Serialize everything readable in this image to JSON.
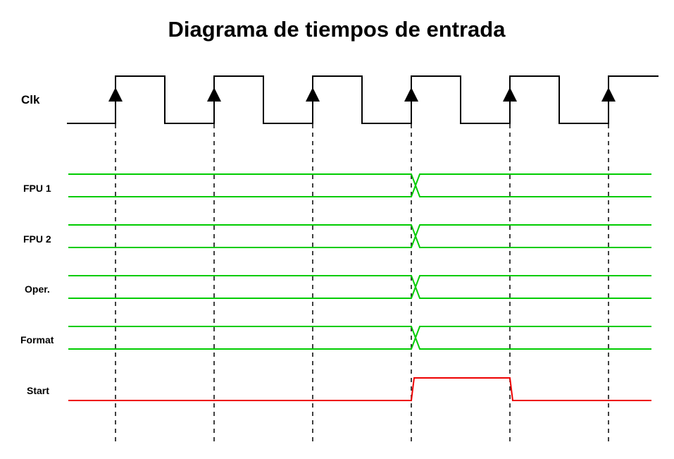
{
  "title": "Diagrama de tiempos de entrada",
  "colors": {
    "clock": "#000000",
    "bus": "#00cc00",
    "start": "#ee0000",
    "guides": "#000000"
  },
  "clock": {
    "label": "Clk",
    "rising_edges": 6,
    "edge_marker": "rising-edge-arrow-icon"
  },
  "signals": [
    {
      "key": "fpu1",
      "label": "FPU 1",
      "kind": "bus",
      "transitions_at_edge": [
        3
      ]
    },
    {
      "key": "fpu2",
      "label": "FPU 2",
      "kind": "bus",
      "transitions_at_edge": [
        3
      ]
    },
    {
      "key": "oper",
      "label": "Oper.",
      "kind": "bus",
      "transitions_at_edge": [
        3
      ]
    },
    {
      "key": "format",
      "label": "Format",
      "kind": "bus",
      "transitions_at_edge": [
        3
      ]
    },
    {
      "key": "start",
      "label": "Start",
      "kind": "pulse",
      "high_from_edge": 3,
      "high_to_edge": 4
    }
  ]
}
